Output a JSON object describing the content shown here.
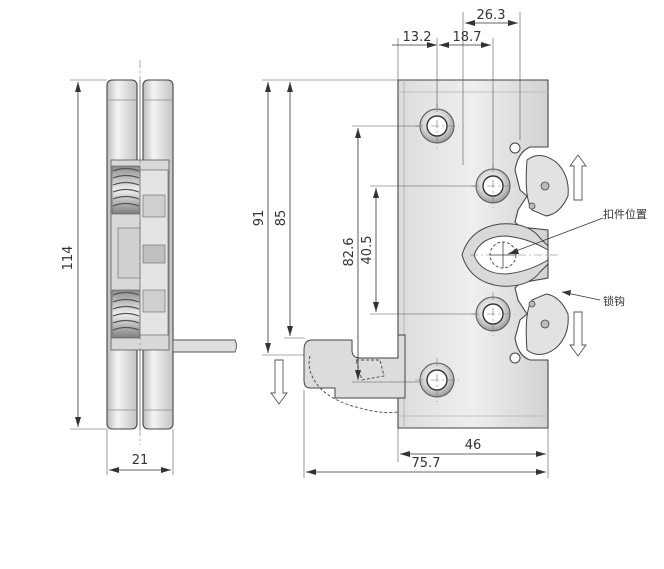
{
  "dimensions": {
    "width_26_3": "26.3",
    "width_13_2": "13.2",
    "width_18_7": "18.7",
    "height_91": "91",
    "height_85": "85",
    "height_82_6": "82.6",
    "height_40_5": "40.5",
    "height_114": "114",
    "width_21": "21",
    "width_46": "46",
    "width_75_7": "75.7"
  },
  "labels": {
    "striker_position": "扣件位置",
    "latch_hook": "锁钩"
  },
  "colors": {
    "metal_light": "#e9e9e9",
    "metal_mid": "#cfcfcf",
    "metal_dark": "#9a9a9a",
    "line": "#333333",
    "background": "#ffffff"
  }
}
